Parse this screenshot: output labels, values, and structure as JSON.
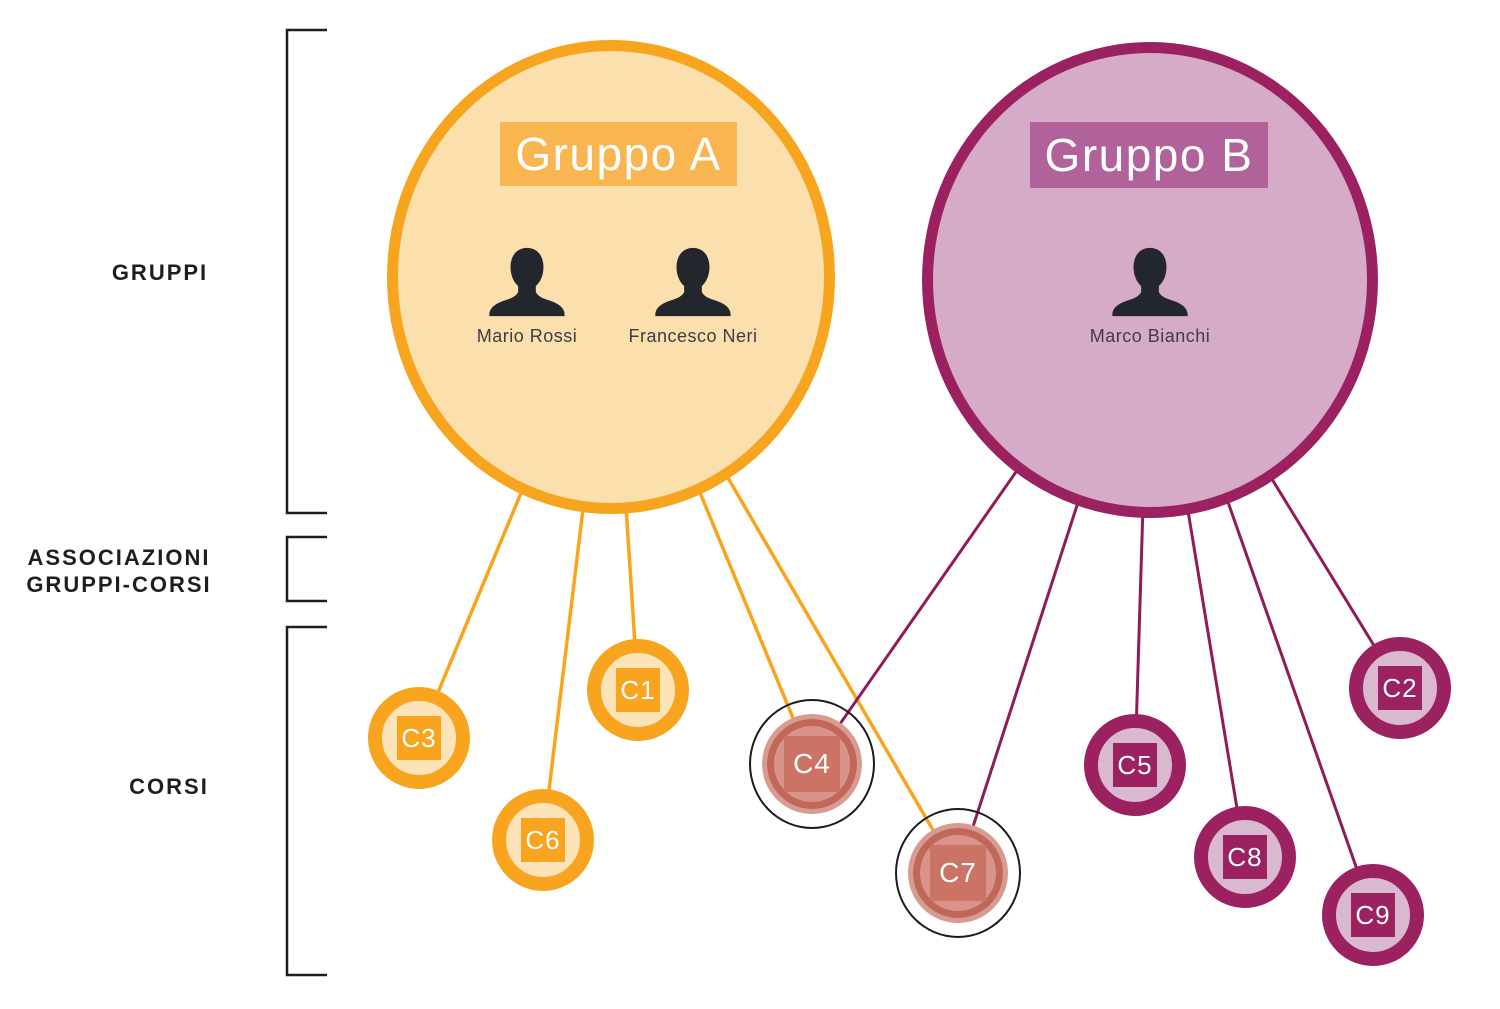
{
  "sections": {
    "gruppi": "GRUPPI",
    "associazioni_line1": "ASSOCIAZIONI",
    "associazioni_line2": "GRUPPI-CORSI",
    "corsi": "CORSI"
  },
  "groups": {
    "a": {
      "title": "Gruppo A",
      "members": [
        "Mario Rossi",
        "Francesco Neri"
      ],
      "fill": "#FBDFAD",
      "border": "#F7A41F",
      "label_bg": "#F8B550"
    },
    "b": {
      "title": "Gruppo B",
      "members": [
        "Marco Bianchi"
      ],
      "fill": "#D5ABC7",
      "border": "#9B2161",
      "label_bg": "#B2629B"
    }
  },
  "courses": {
    "c1": {
      "label": "C1",
      "theme": "orange"
    },
    "c2": {
      "label": "C2",
      "theme": "purple"
    },
    "c3": {
      "label": "C3",
      "theme": "orange"
    },
    "c4": {
      "label": "C4",
      "theme": "shared"
    },
    "c5": {
      "label": "C5",
      "theme": "purple"
    },
    "c6": {
      "label": "C6",
      "theme": "orange"
    },
    "c7": {
      "label": "C7",
      "theme": "shared"
    },
    "c8": {
      "label": "C8",
      "theme": "purple"
    },
    "c9": {
      "label": "C9",
      "theme": "purple"
    }
  },
  "edges": {
    "orange": [
      [
        "Gruppo A",
        "C3"
      ],
      [
        "Gruppo A",
        "C6"
      ],
      [
        "Gruppo A",
        "C1"
      ],
      [
        "Gruppo A",
        "C4"
      ],
      [
        "Gruppo A",
        "C7"
      ]
    ],
    "purple": [
      [
        "Gruppo B",
        "C4"
      ],
      [
        "Gruppo B",
        "C7"
      ],
      [
        "Gruppo B",
        "C5"
      ],
      [
        "Gruppo B",
        "C8"
      ],
      [
        "Gruppo B",
        "C9"
      ],
      [
        "Gruppo B",
        "C2"
      ]
    ]
  },
  "colors": {
    "edge_orange": "#F9A41C",
    "edge_purple": "#8F1C59",
    "course_orange_ring": "#F8A41E",
    "course_orange_fill": "#FCE3B8",
    "course_purple_ring": "#9B2161",
    "course_purple_fill": "#D9B9CF",
    "shared_outline": "#1C1C1C",
    "shared_band": "#D89B91",
    "shared_ring": "#C1675A",
    "shared_fill": "#D8948B",
    "shared_square": "#CB7365",
    "bracket": "#1F1F1F"
  }
}
